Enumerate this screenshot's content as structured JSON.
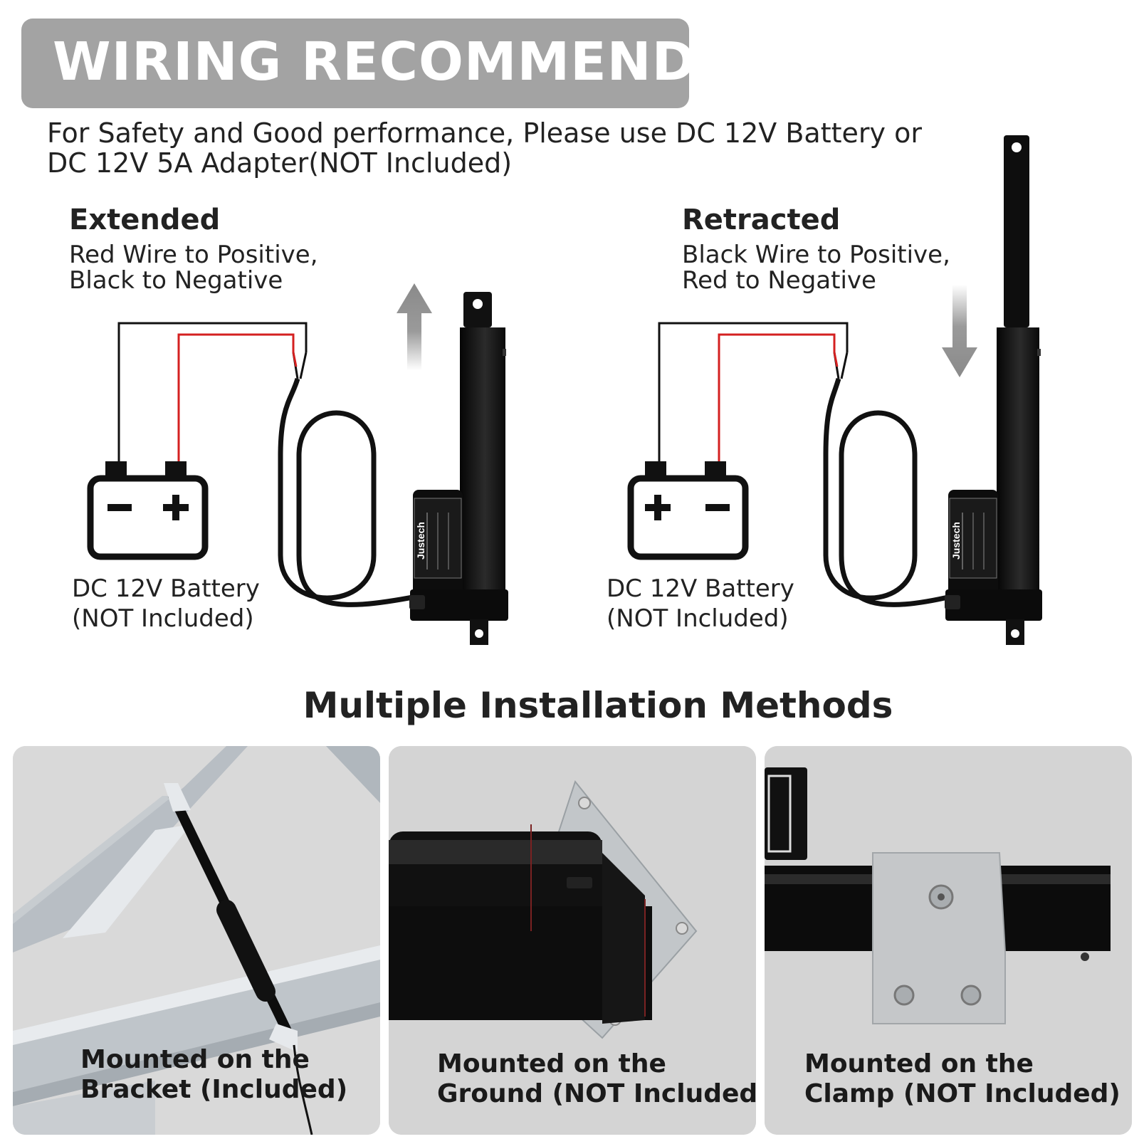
{
  "banner": {
    "title": "WIRING RECOMMEND"
  },
  "intro": {
    "text": "For Safety and Good performance, Please use DC 12V Battery or DC 12V 5A Adapter(NOT Included)"
  },
  "extended": {
    "title": "Extended",
    "line1": "Red Wire to Positive,",
    "line2": "Black to Negative",
    "battery_line1": "DC 12V Battery",
    "battery_line2": "(NOT Included)",
    "left_terminal": "−",
    "right_terminal": "+"
  },
  "retracted": {
    "title": "Retracted",
    "line1": "Black Wire to Positive,",
    "line2": "Red to Negative",
    "battery_line1": "DC 12V Battery",
    "battery_line2": "(NOT Included)",
    "left_terminal": "+",
    "right_terminal": "−"
  },
  "brand": "Justech",
  "installation": {
    "title": "Multiple Installation Methods",
    "panels": [
      {
        "line1": "Mounted on the",
        "line2": "Bracket (Included)"
      },
      {
        "line1": "Mounted on the",
        "line2": "Ground (NOT Included)"
      },
      {
        "line1": "Mounted on the",
        "line2": "Clamp (NOT Included)"
      }
    ]
  },
  "colors": {
    "banner": "#a3a3a3",
    "red_wire": "#d42020",
    "black_wire": "#111111",
    "panel_bg": "#d6d6d6"
  }
}
